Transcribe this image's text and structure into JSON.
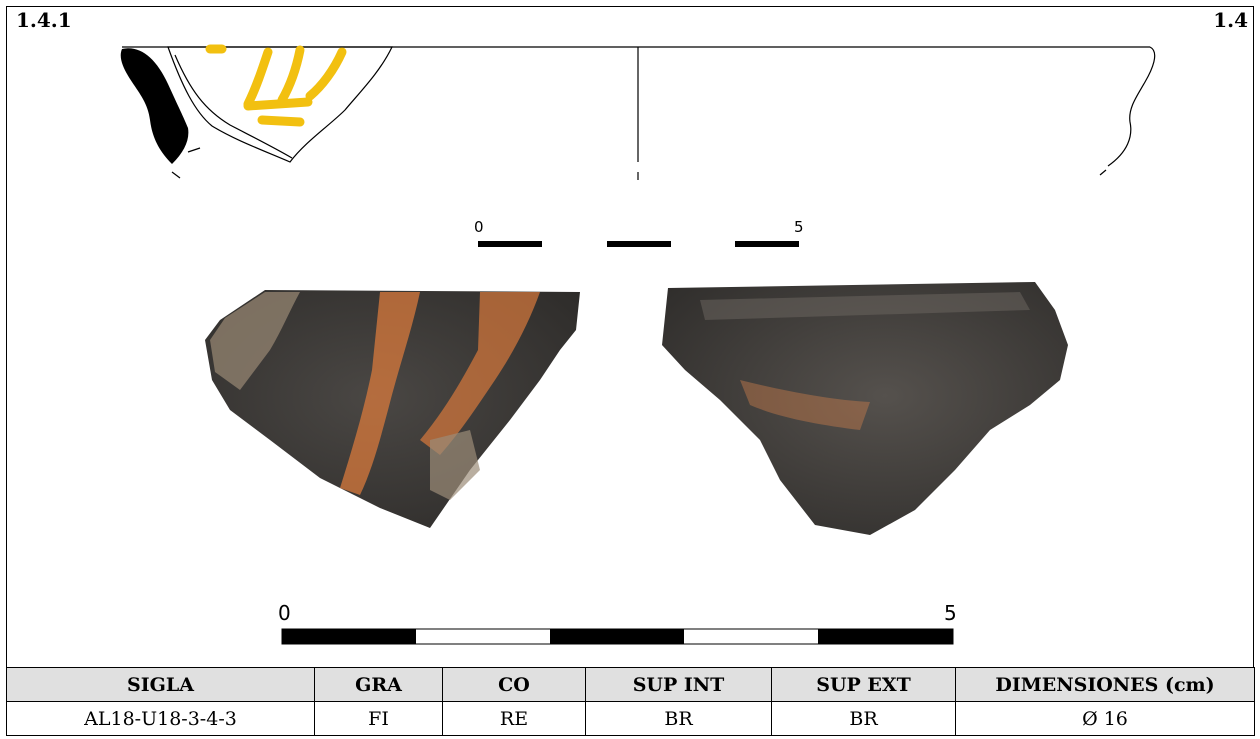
{
  "sheet": {
    "id_left": "1.4.1",
    "id_right": "1.4"
  },
  "scales": {
    "upper": {
      "start_label": "0",
      "end_label": "5"
    },
    "lower": {
      "start_label": "0",
      "end_label": "5"
    }
  },
  "colors": {
    "paint": "#f2c010",
    "section_fill": "#000000",
    "header_bg": "#e0e0e0",
    "sherd_dark": "#3c3a38",
    "sherd_orange": "#d8793c"
  },
  "table": {
    "headers": [
      "SIGLA",
      "GRA",
      "CO",
      "SUP INT",
      "SUP EXT",
      "DIMENSIONES (cm)"
    ],
    "rows": [
      [
        "AL18-U18-3-4-3",
        "FI",
        "RE",
        "BR",
        "BR",
        "Ø 16"
      ]
    ]
  }
}
